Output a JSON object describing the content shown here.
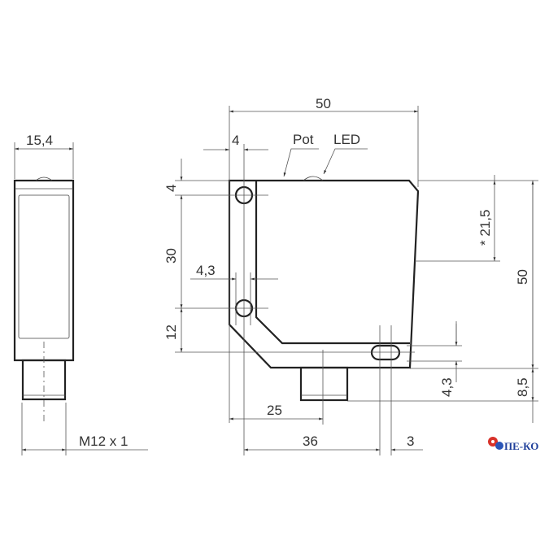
{
  "side_view": {
    "width_label": "15,4",
    "thread_label": "M12 x 1"
  },
  "front_view": {
    "width_label": "50",
    "hole_offset_label": "4",
    "pot_label": "Pot",
    "led_label": "LED",
    "top_hole_label": "4",
    "hole_spacing_label": "30",
    "hole_diameter_label": "4,3",
    "bottom_hole_label": "12",
    "optical_axis_label": "* 21,5",
    "height_label": "50",
    "slot_label": "4,3",
    "connector_label": "8,5",
    "connector_offset_label": "25",
    "slot_offset_label": "36",
    "slot_width_label": "3"
  },
  "logo": {
    "text": "ПЕ-КО",
    "colors": {
      "gear_red": "#d8322a",
      "gear_blue": "#2a55b8",
      "text": "#1f3f9a"
    }
  }
}
